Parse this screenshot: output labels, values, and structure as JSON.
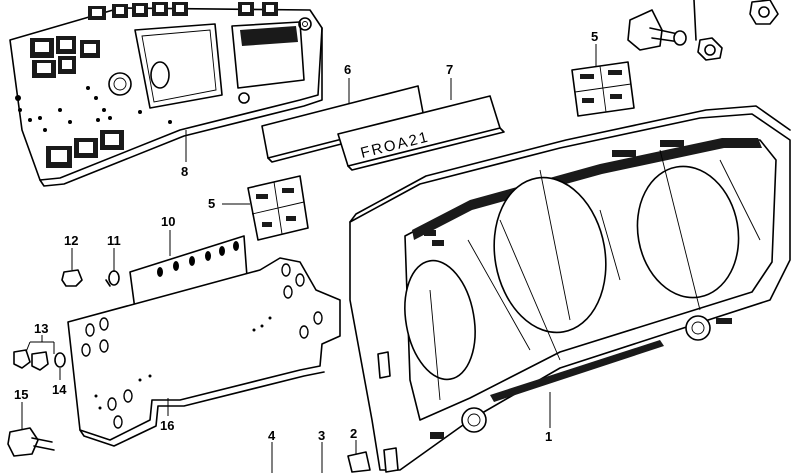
{
  "callouts": [
    {
      "id": "1",
      "label": "1"
    },
    {
      "id": "2",
      "label": "2"
    },
    {
      "id": "3",
      "label": "3"
    },
    {
      "id": "4",
      "label": "4"
    },
    {
      "id": "5a",
      "label": "5"
    },
    {
      "id": "5b",
      "label": "5"
    },
    {
      "id": "6",
      "label": "6"
    },
    {
      "id": "7",
      "label": "7"
    },
    {
      "id": "8",
      "label": "8"
    },
    {
      "id": "10",
      "label": "10"
    },
    {
      "id": "11",
      "label": "11"
    },
    {
      "id": "12",
      "label": "12"
    },
    {
      "id": "13",
      "label": "13"
    },
    {
      "id": "14",
      "label": "14"
    },
    {
      "id": "15",
      "label": "15"
    },
    {
      "id": "16",
      "label": "16"
    }
  ],
  "indicator_strip": {
    "text": "FROA21"
  }
}
